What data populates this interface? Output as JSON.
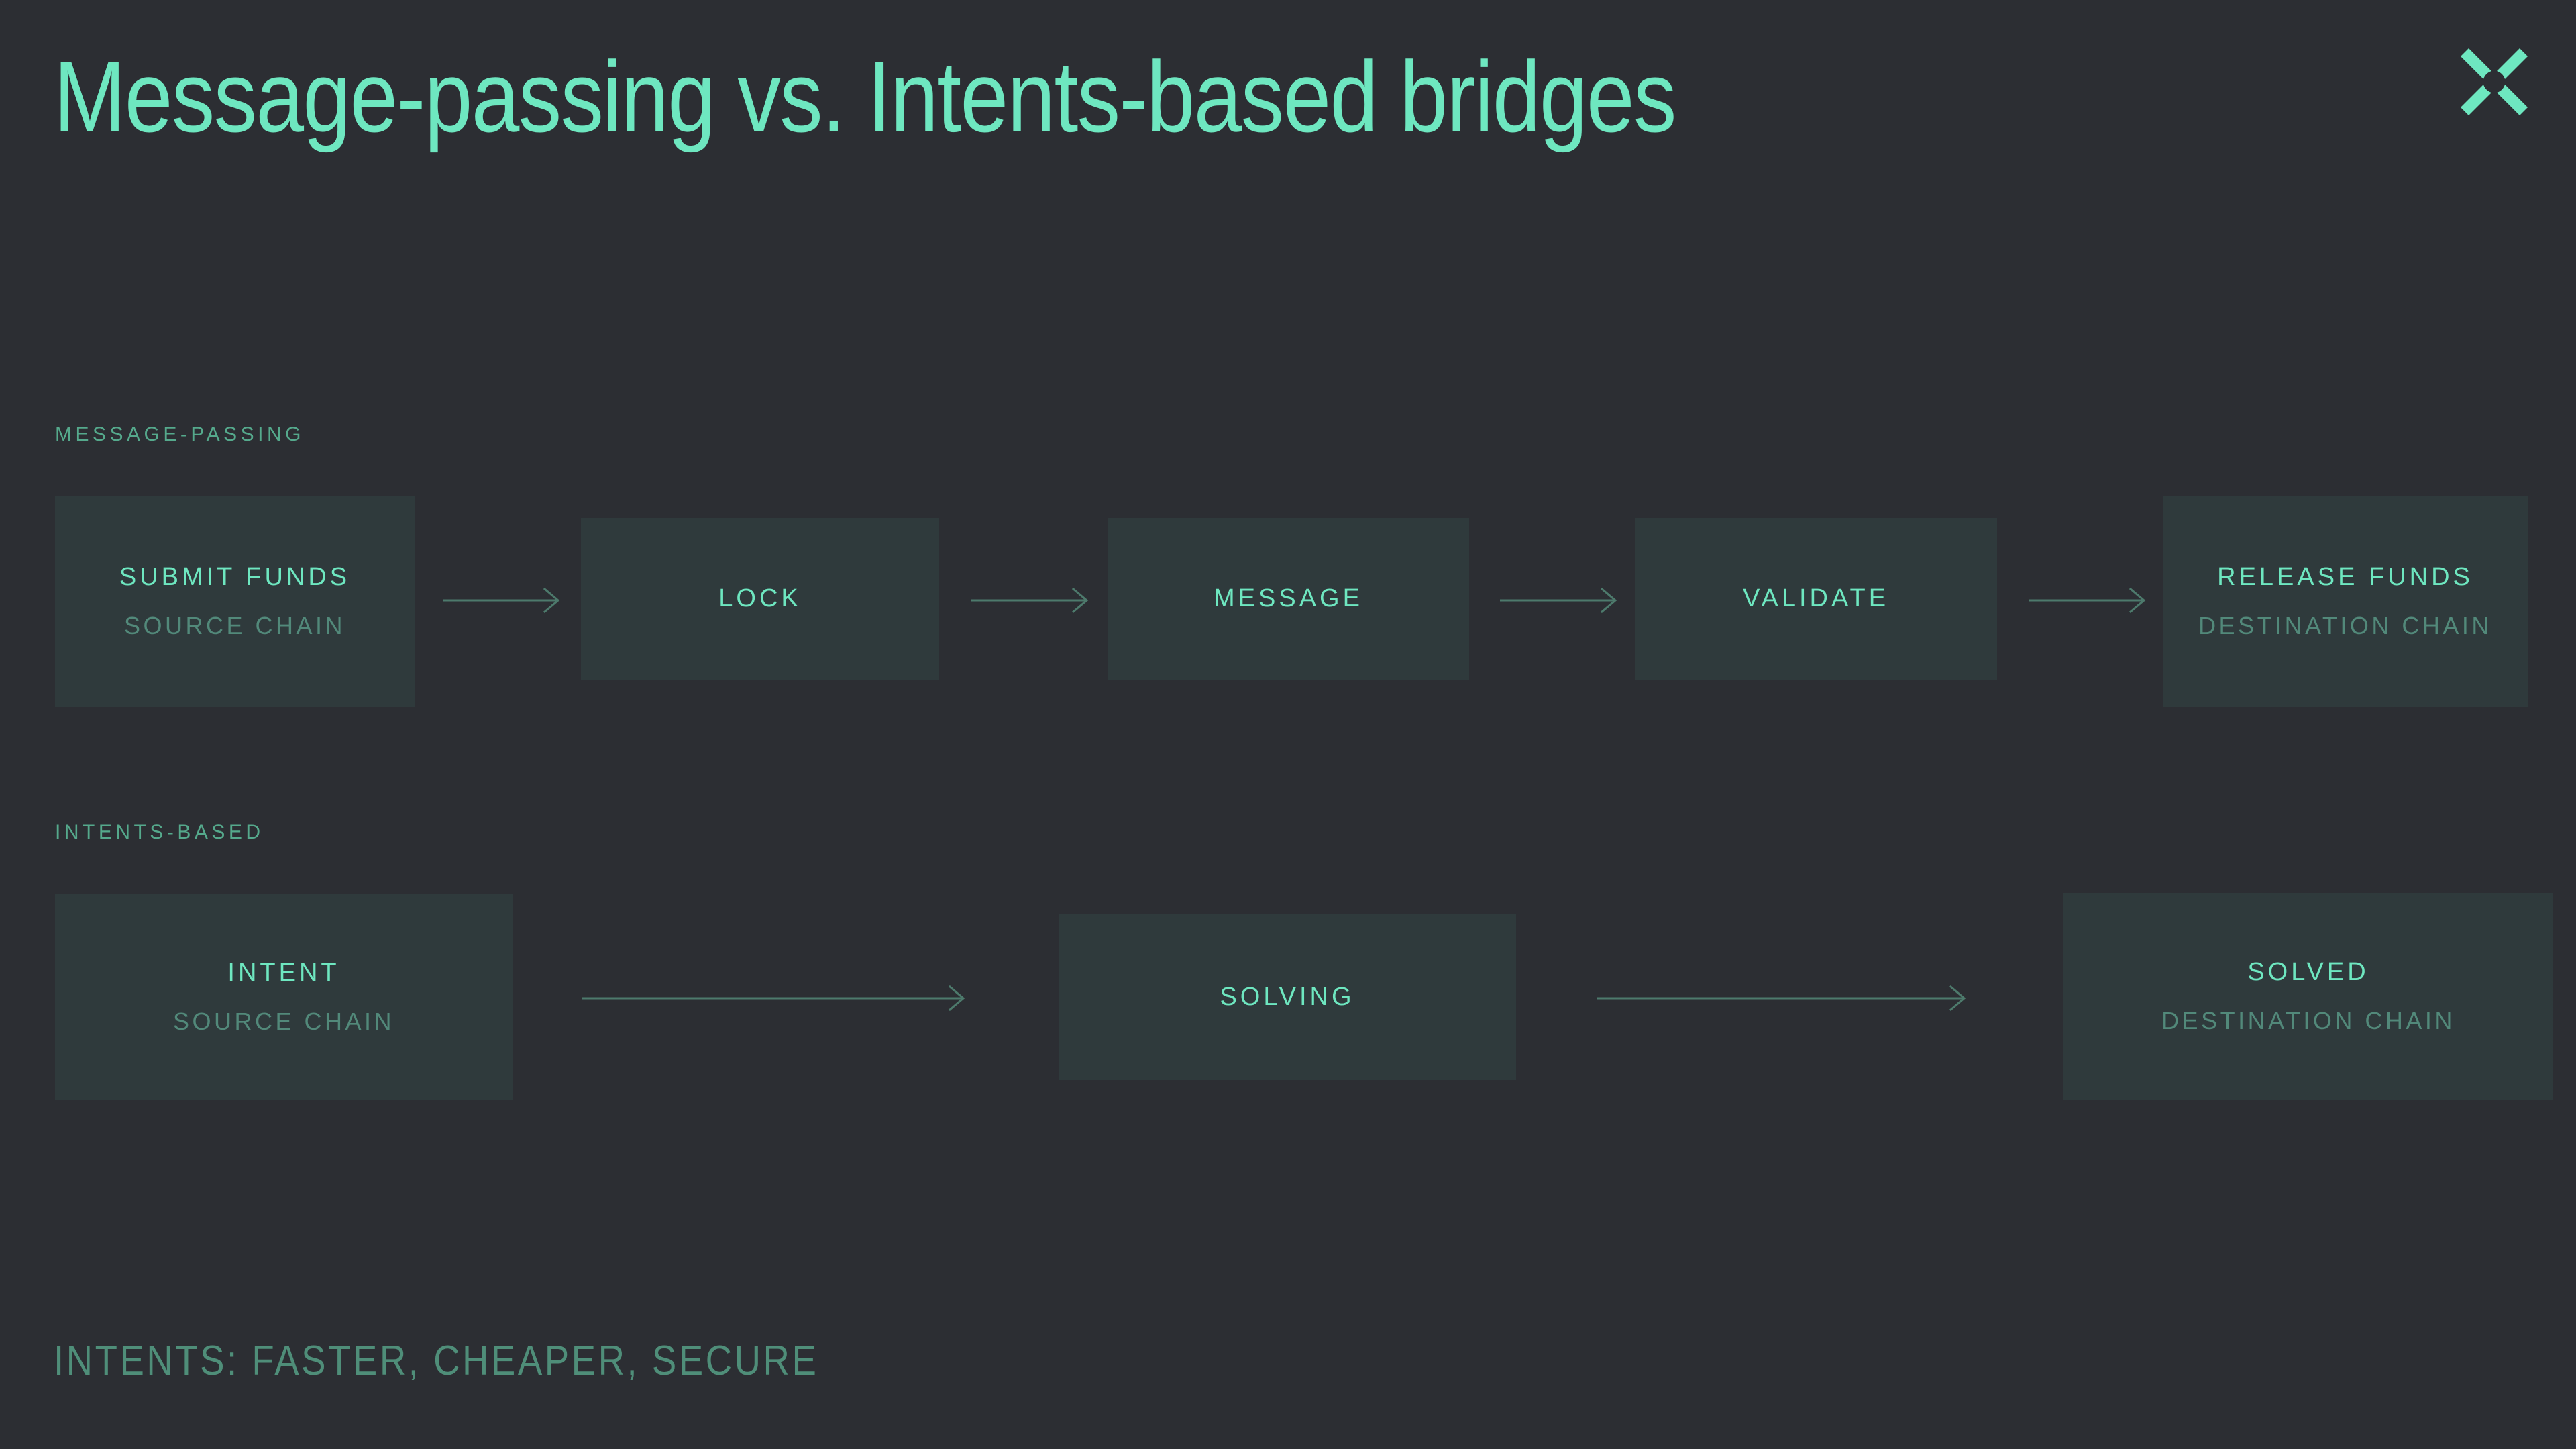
{
  "header": {
    "title": "Message-passing vs. Intents-based bridges",
    "logo_icon": "x-mark-icon"
  },
  "theme": {
    "background": "#2c2e33",
    "box_fill": "#2f3a3c",
    "accent_mint": "#6ee7c0",
    "accent_dim": "#55a98c",
    "sub_text": "#52897a",
    "footer_text": "#4f8e79"
  },
  "rows": [
    {
      "label": "MESSAGE-PASSING",
      "steps": [
        {
          "title": "SUBMIT FUNDS",
          "subtitle": "SOURCE CHAIN"
        },
        {
          "title": "LOCK",
          "subtitle": ""
        },
        {
          "title": "MESSAGE",
          "subtitle": ""
        },
        {
          "title": "VALIDATE",
          "subtitle": ""
        },
        {
          "title": "RELEASE FUNDS",
          "subtitle": "DESTINATION CHAIN"
        }
      ],
      "arrow_count": 4
    },
    {
      "label": "INTENTS-BASED",
      "steps": [
        {
          "title": "INTENT",
          "subtitle": "SOURCE CHAIN"
        },
        {
          "title": "SOLVING",
          "subtitle": ""
        },
        {
          "title": "SOLVED",
          "subtitle": "DESTINATION CHAIN"
        }
      ],
      "arrow_count": 2
    }
  ],
  "footer": {
    "kicker": "INTENTS: FASTER, CHEAPER, SECURE"
  },
  "icons": {
    "arrow_right": "arrow-right-icon"
  }
}
